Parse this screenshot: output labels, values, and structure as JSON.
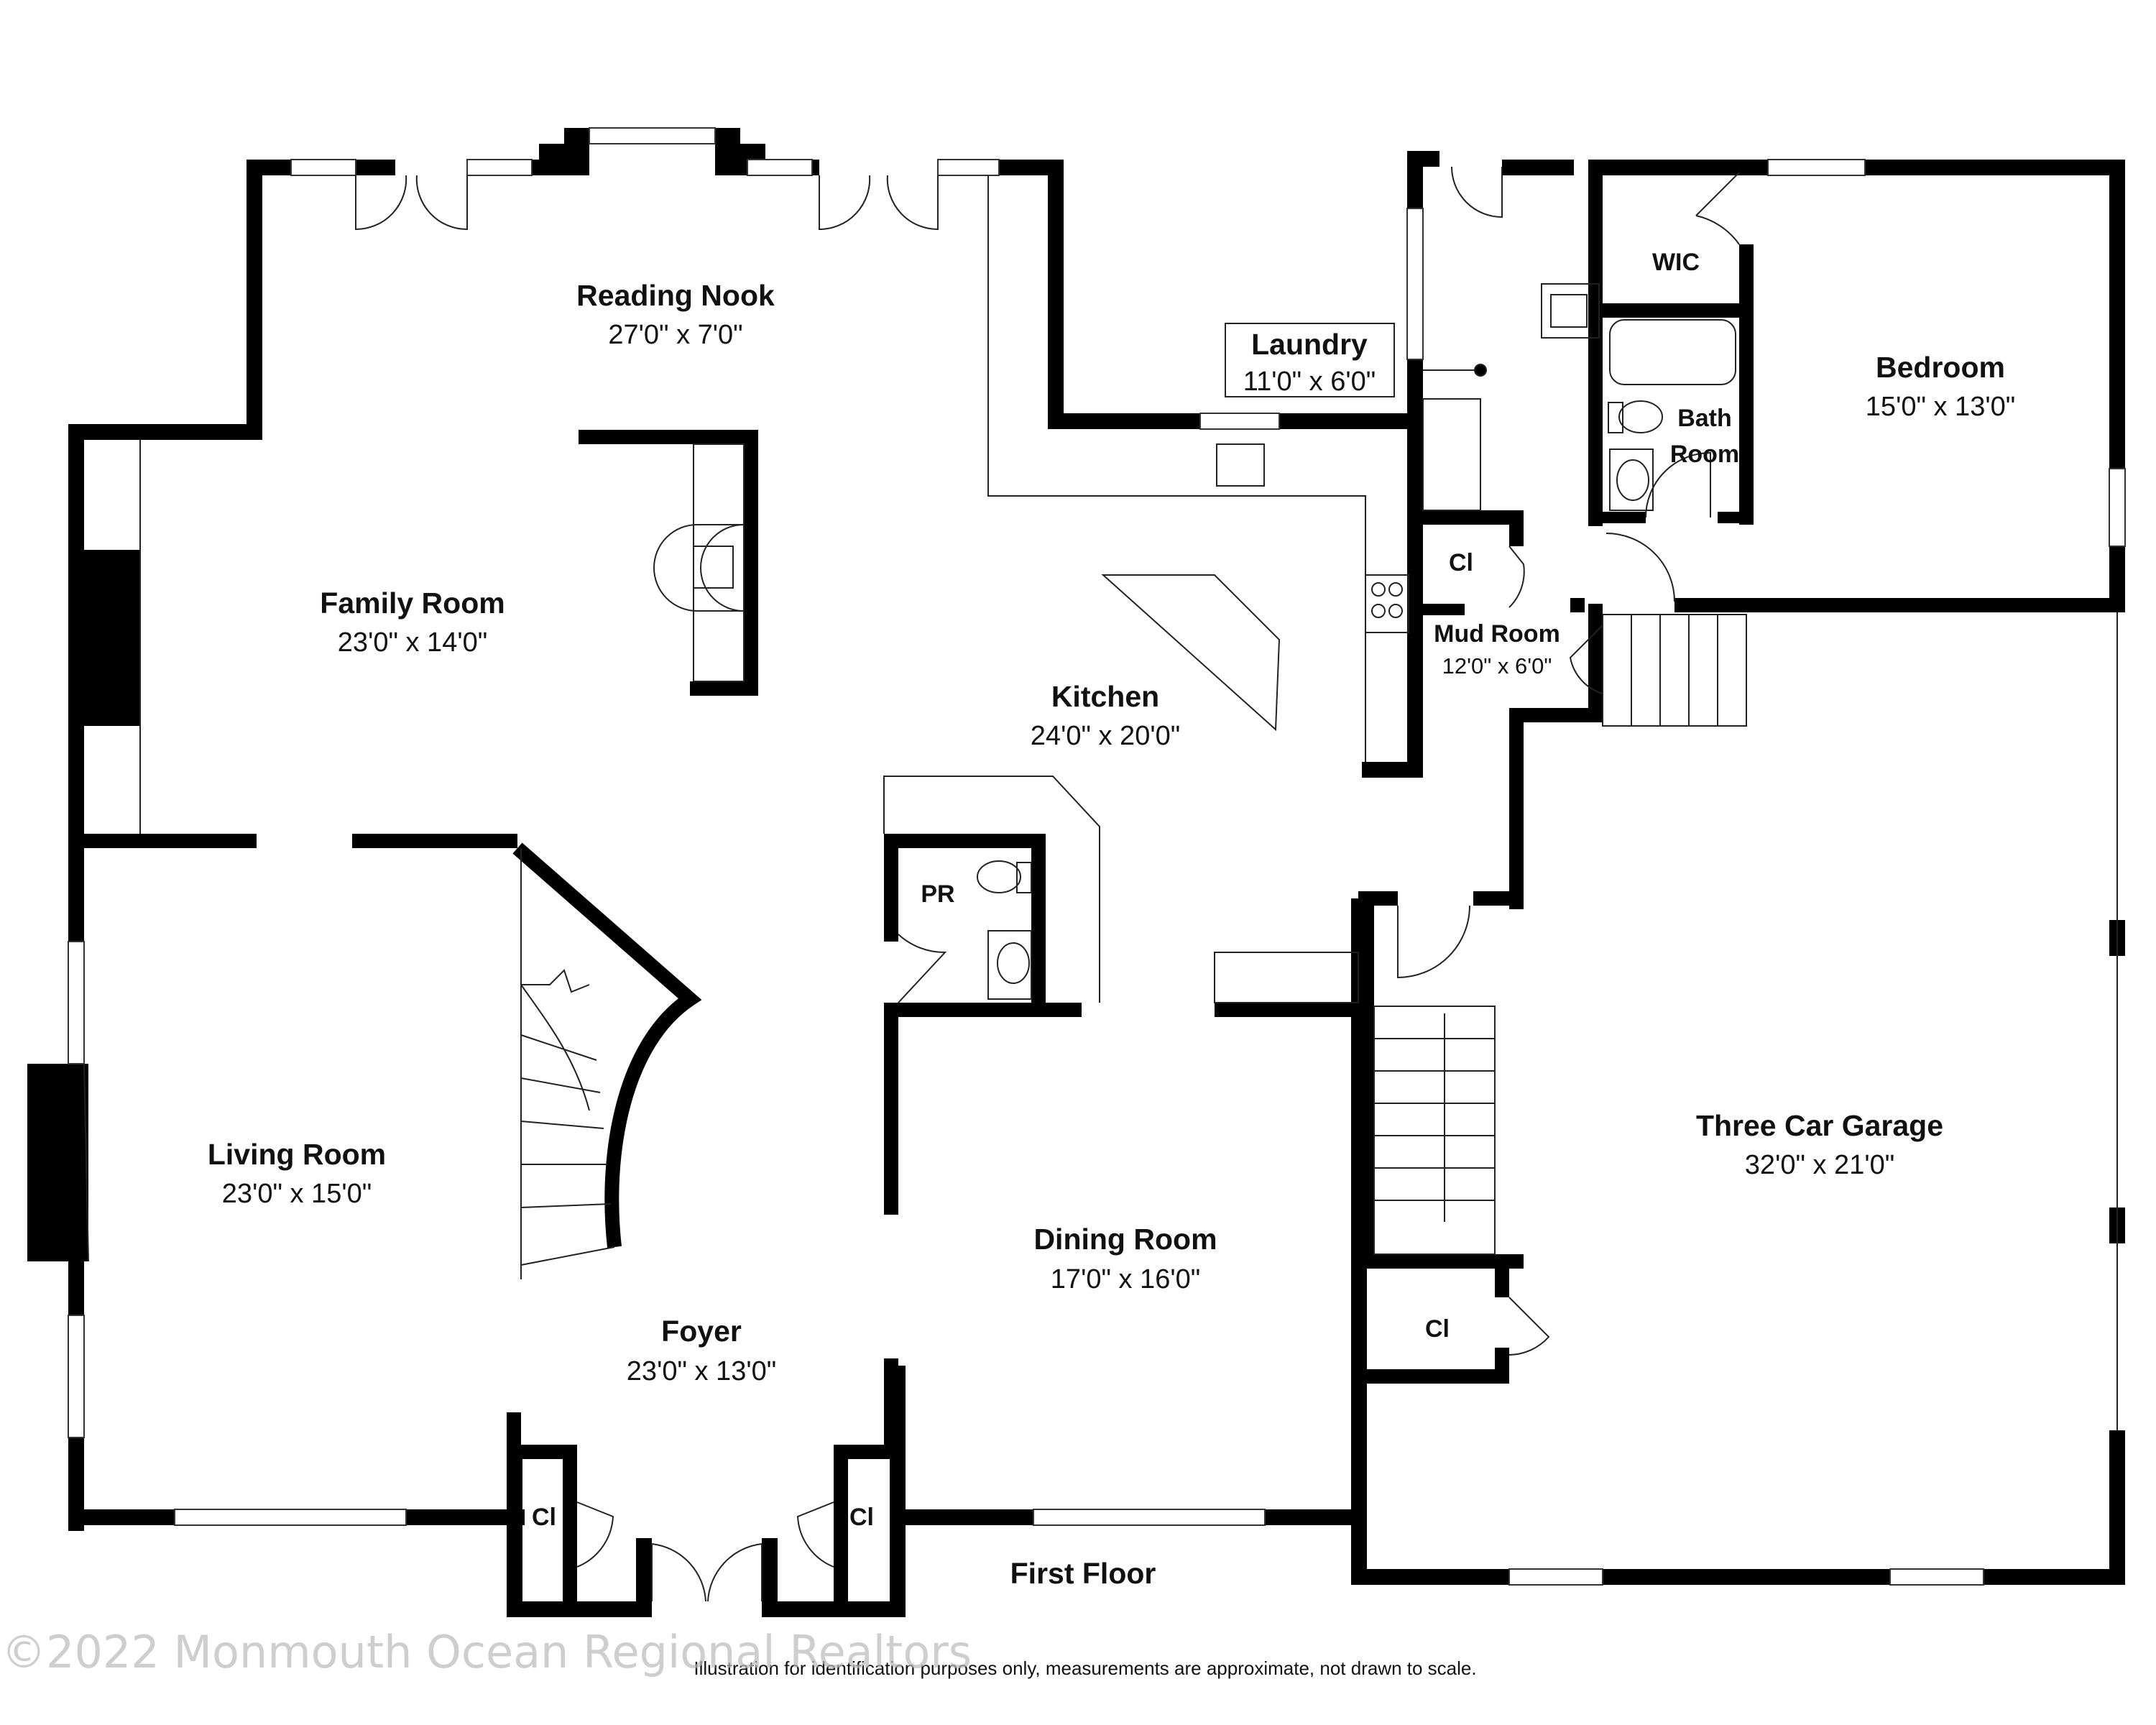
{
  "floor_label": "First Floor",
  "disclaimer": "Illustration for identification purposes only, measurements are approximate, not drawn to scale.",
  "watermark": "©2022 Monmouth Ocean Regional Realtors",
  "rooms": {
    "reading_nook": {
      "name": "Reading Nook",
      "dims": "27'0\" x 7'0\""
    },
    "family_room": {
      "name": "Family Room",
      "dims": "23'0\" x 14'0\""
    },
    "laundry": {
      "name": "Laundry",
      "dims": "11'0\" x 6'0\""
    },
    "kitchen": {
      "name": "Kitchen",
      "dims": "24'0\" x 20'0\""
    },
    "mud_room": {
      "name": "Mud Room",
      "dims": "12'0\" x 6'0\""
    },
    "bedroom": {
      "name": "Bedroom",
      "dims": "15'0\" x 13'0\""
    },
    "wic": {
      "name": "WIC"
    },
    "bath_room": {
      "name_line1": "Bath",
      "name_line2": "Room"
    },
    "pr": {
      "name": "PR"
    },
    "living_room": {
      "name": "Living Room",
      "dims": "23'0\" x 15'0\""
    },
    "dining_room": {
      "name": "Dining Room",
      "dims": "17'0\" x 16'0\""
    },
    "foyer": {
      "name": "Foyer",
      "dims": "23'0\" x 13'0\""
    },
    "garage": {
      "name": "Three Car Garage",
      "dims": "32'0\" x 21'0\""
    },
    "closet_mud": {
      "name": "Cl"
    },
    "closet_garage": {
      "name": "Cl"
    },
    "closet_foyer_left": {
      "name": "Cl"
    },
    "closet_foyer_right": {
      "name": "Cl"
    }
  }
}
